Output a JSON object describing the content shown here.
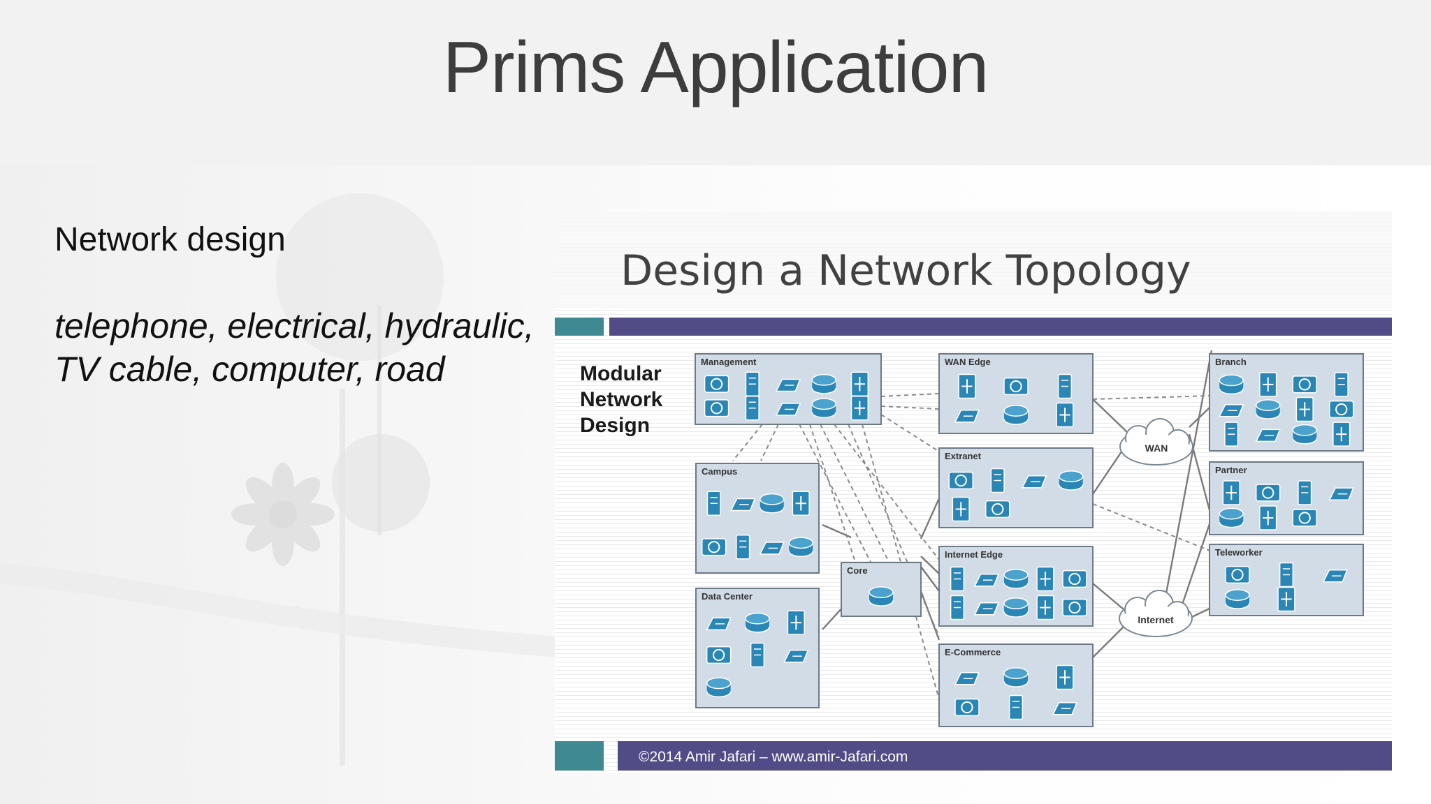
{
  "slide": {
    "title": "Prims Application",
    "bullet_text": "Network design",
    "bullet_examples": "telephone, electrical, hydraulic, TV cable, computer, road"
  },
  "colors": {
    "title_band": "#f2f2f2",
    "accent_teal": "#3f8a92",
    "accent_purple": "#514b86",
    "module_fill": "#d2dce6",
    "module_stroke": "#6c7a88",
    "device_blue": "#2a86b5"
  },
  "diagram": {
    "heading": "Design a Network Topology",
    "side_label": [
      "Modular",
      "Network",
      "Design"
    ],
    "footer": "©2014 Amir Jafari – www.amir-Jafari.com",
    "modules": [
      {
        "key": "management",
        "label": "Management"
      },
      {
        "key": "campus",
        "label": "Campus"
      },
      {
        "key": "datacenter",
        "label": "Data Center"
      },
      {
        "key": "core",
        "label": "Core"
      },
      {
        "key": "wanedge",
        "label": "WAN Edge"
      },
      {
        "key": "extranet",
        "label": "Extranet"
      },
      {
        "key": "internetedge",
        "label": "Internet Edge"
      },
      {
        "key": "ecommerce",
        "label": "E-Commerce"
      },
      {
        "key": "branch",
        "label": "Branch"
      },
      {
        "key": "partner",
        "label": "Partner"
      },
      {
        "key": "teleworker",
        "label": "Teleworker"
      }
    ],
    "clouds": [
      {
        "key": "wan",
        "label": "WAN"
      },
      {
        "key": "internet",
        "label": "Internet"
      }
    ]
  }
}
